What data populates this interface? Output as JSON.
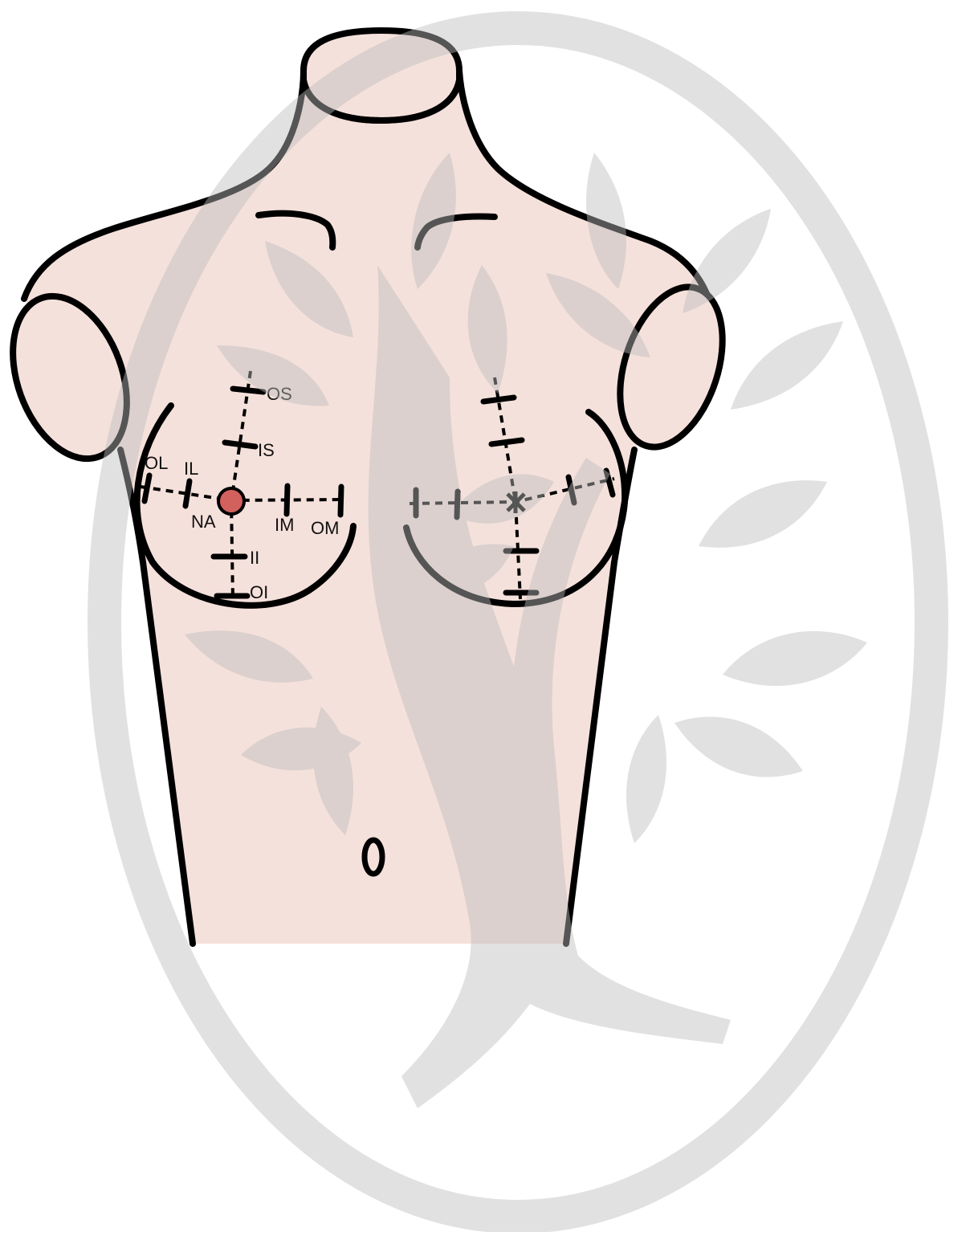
{
  "diagram": {
    "labels": {
      "outer_superior": "OS",
      "inner_superior": "IS",
      "outer_lateral": "OL",
      "inner_lateral": "IL",
      "nipple_areola": "NA",
      "inner_medial": "IM",
      "outer_medial": "OM",
      "inner_inferior": "II",
      "outer_inferior": "OI"
    }
  },
  "colors": {
    "skin": "#f5e1db",
    "outline": "#000000",
    "nipple_marker": "#d2605c",
    "watermark": "#c8c8c8"
  },
  "icons": {
    "watermark": "tree-emblem-icon",
    "nipple": "nipple-marker-icon",
    "contralateral_nipple": "cross-marker-icon"
  }
}
